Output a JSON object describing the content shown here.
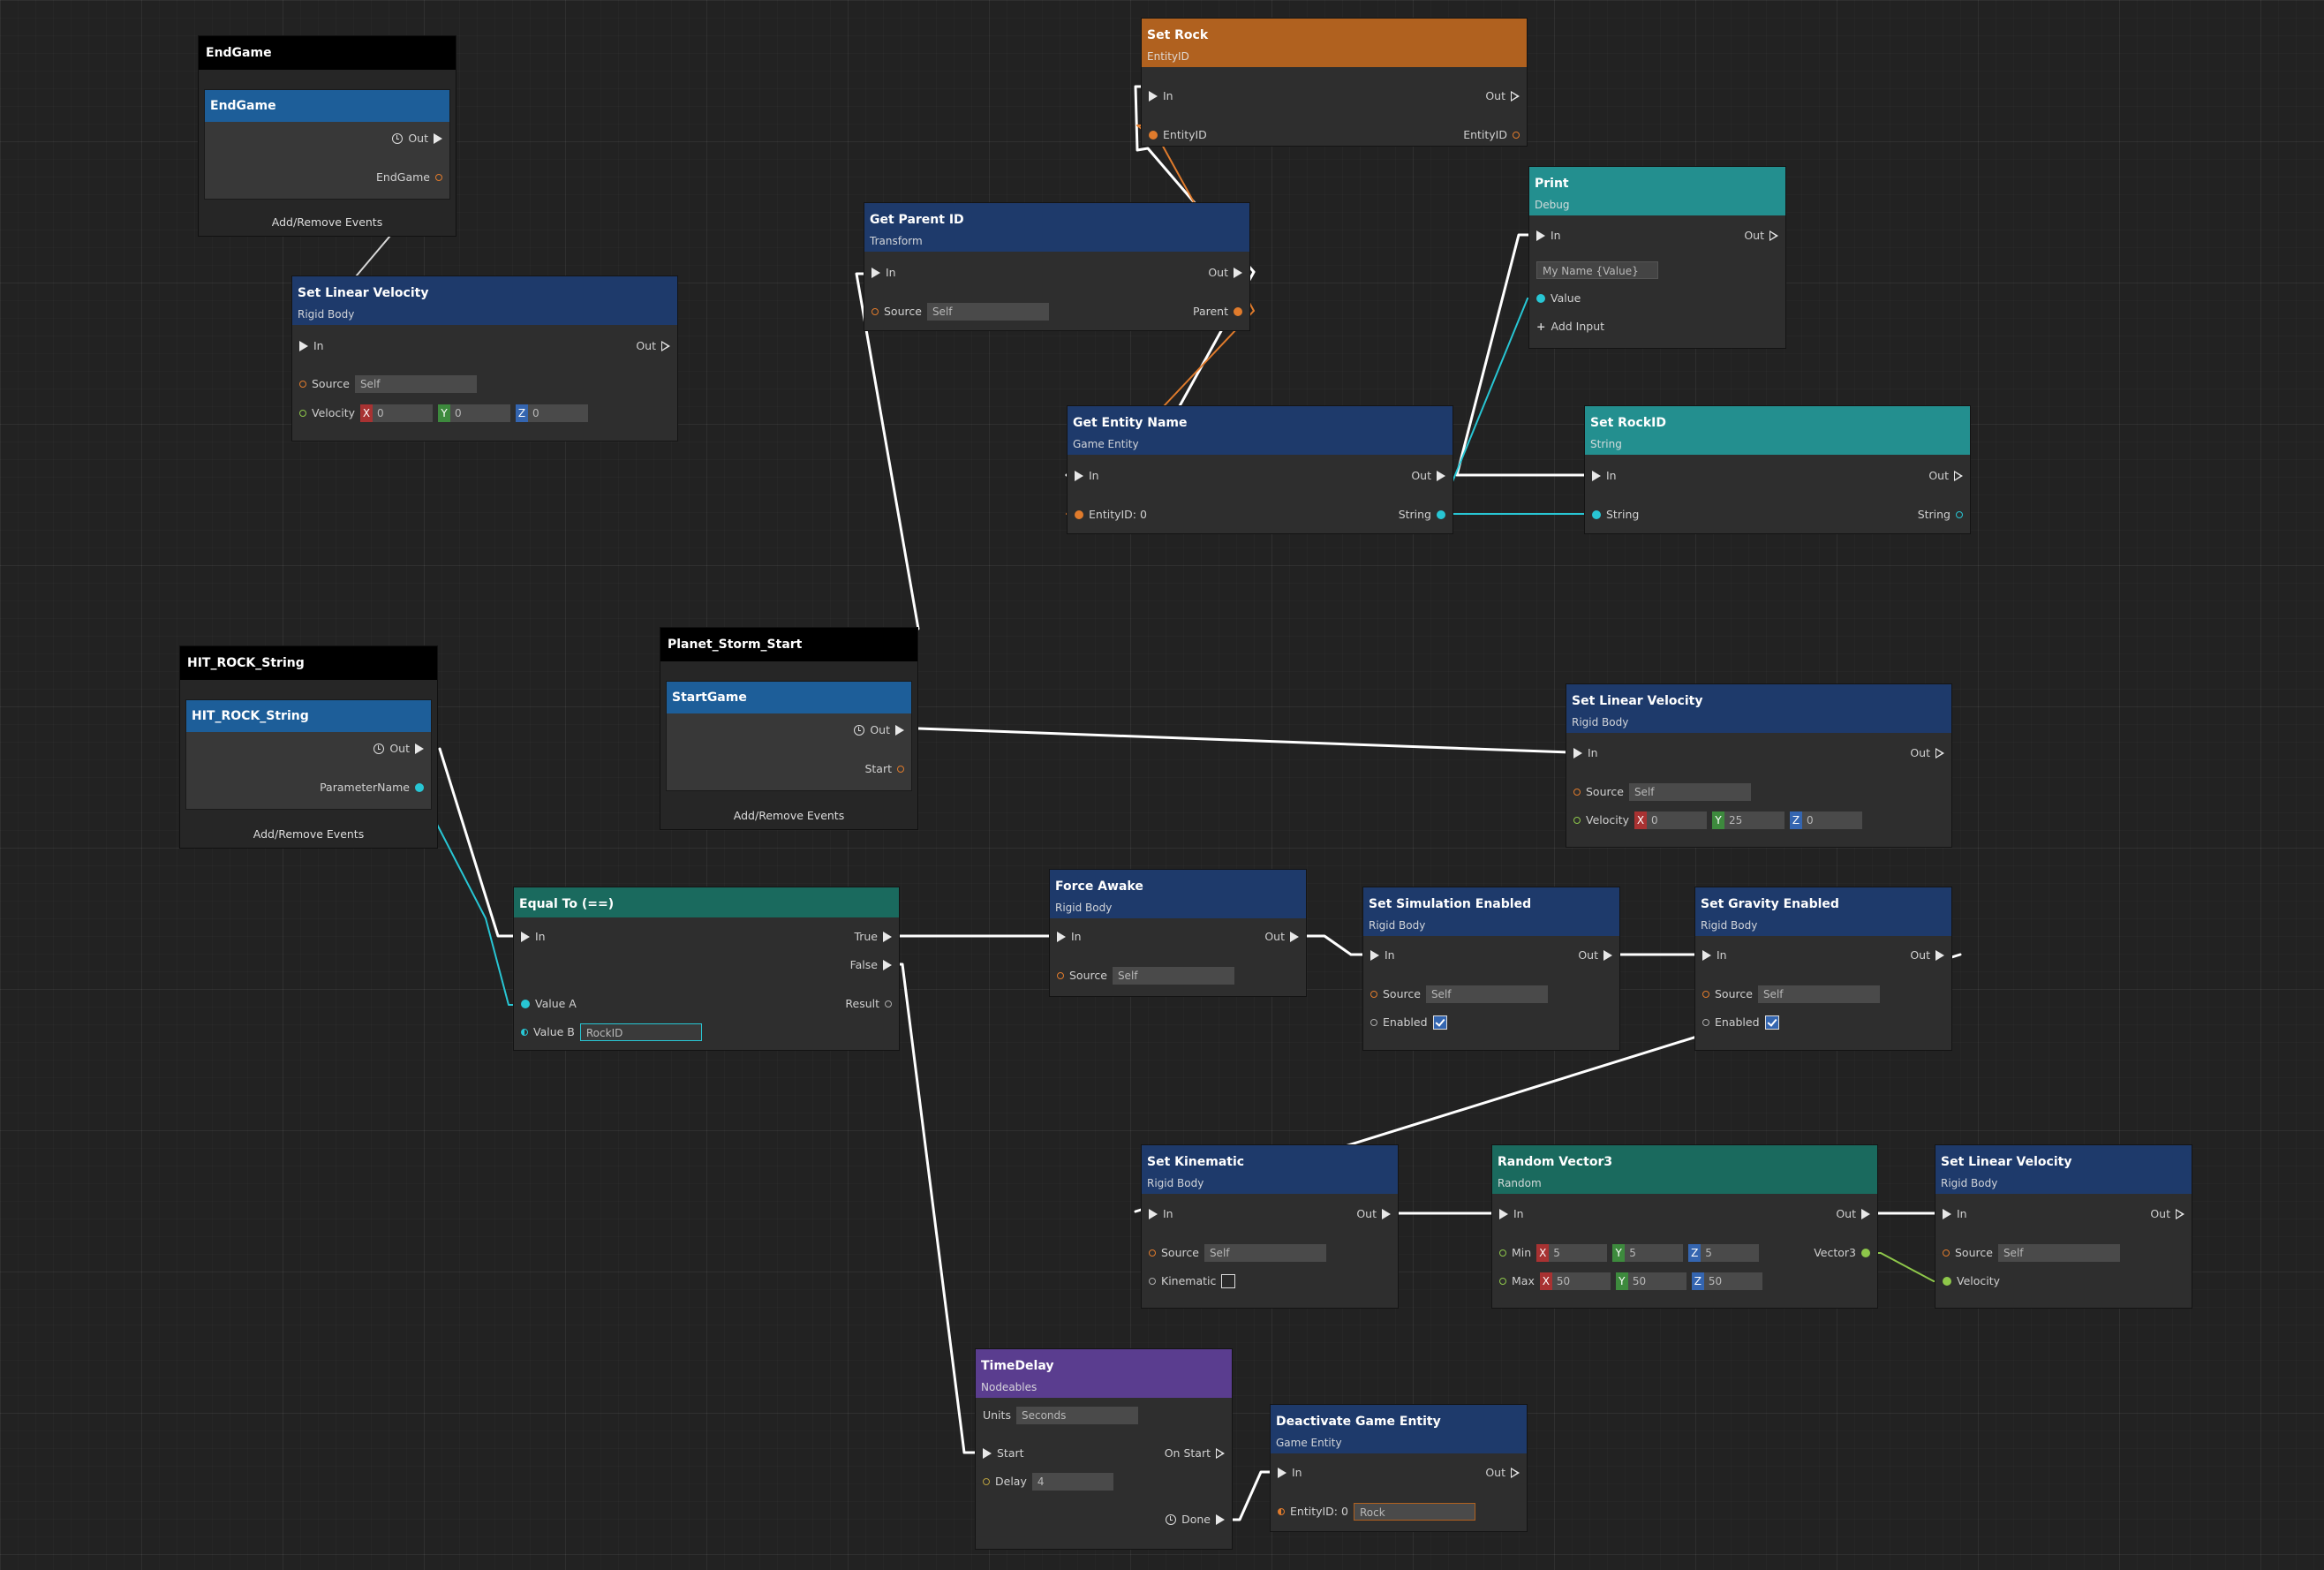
{
  "groups": {
    "endgame": {
      "title": "EndGame",
      "inner": "EndGame",
      "out": "Out",
      "param": "EndGame",
      "footer": "Add/Remove Events"
    },
    "hitrock": {
      "title": "HIT_ROCK_String",
      "inner": "HIT_ROCK_String",
      "out": "Out",
      "param": "ParameterName",
      "footer": "Add/Remove Events"
    },
    "storm": {
      "title": "Planet_Storm_Start",
      "inner": "StartGame",
      "out": "Out",
      "param": "Start",
      "footer": "Add/Remove Events"
    }
  },
  "nodes": {
    "slv1": {
      "title": "Set Linear Velocity",
      "sub": "Rigid Body",
      "in": "In",
      "out": "Out",
      "source_label": "Source",
      "source": "Self",
      "vel_label": "Velocity",
      "x": "0",
      "y": "0",
      "z": "0"
    },
    "setrock": {
      "title": "Set Rock",
      "sub": "EntityID",
      "in": "In",
      "out": "Out",
      "p_in": "EntityID",
      "p_out": "EntityID"
    },
    "getparent": {
      "title": "Get Parent ID",
      "sub": "Transform",
      "in": "In",
      "out": "Out",
      "source_label": "Source",
      "source": "Self",
      "parent": "Parent"
    },
    "print": {
      "title": "Print",
      "sub": "Debug",
      "in": "In",
      "out": "Out",
      "format": "My Name {Value}",
      "value": "Value",
      "add": "Add Input"
    },
    "getname": {
      "title": "Get Entity Name",
      "sub": "Game Entity",
      "in": "In",
      "out": "Out",
      "entity": "EntityID: 0",
      "string": "String"
    },
    "setrockid": {
      "title": "Set RockID",
      "sub": "String",
      "in": "In",
      "out": "Out",
      "p_in": "String",
      "p_out": "String"
    },
    "slv2": {
      "title": "Set Linear Velocity",
      "sub": "Rigid Body",
      "in": "In",
      "out": "Out",
      "source_label": "Source",
      "source": "Self",
      "vel_label": "Velocity",
      "x": "0",
      "y": "25",
      "z": "0"
    },
    "equal": {
      "title": "Equal To (==)",
      "in": "In",
      "true": "True",
      "false": "False",
      "result": "Result",
      "a": "Value A",
      "b": "Value B",
      "b_value": "RockID"
    },
    "forceawake": {
      "title": "Force Awake",
      "sub": "Rigid Body",
      "in": "In",
      "out": "Out",
      "source_label": "Source",
      "source": "Self"
    },
    "simenabled": {
      "title": "Set Simulation Enabled",
      "sub": "Rigid Body",
      "in": "In",
      "out": "Out",
      "source_label": "Source",
      "source": "Self",
      "enabled": "Enabled"
    },
    "gravenabled": {
      "title": "Set Gravity Enabled",
      "sub": "Rigid Body",
      "in": "In",
      "out": "Out",
      "source_label": "Source",
      "source": "Self",
      "enabled": "Enabled"
    },
    "kinematic": {
      "title": "Set Kinematic",
      "sub": "Rigid Body",
      "in": "In",
      "out": "Out",
      "source_label": "Source",
      "source": "Self",
      "kin": "Kinematic"
    },
    "randvec": {
      "title": "Random Vector3",
      "sub": "Random",
      "in": "In",
      "out": "Out",
      "min": "Min",
      "max": "Max",
      "vec3": "Vector3",
      "min_x": "5",
      "min_y": "5",
      "min_z": "5",
      "max_x": "50",
      "max_y": "50",
      "max_z": "50"
    },
    "slv3": {
      "title": "Set Linear Velocity",
      "sub": "Rigid Body",
      "in": "In",
      "out": "Out",
      "source_label": "Source",
      "source": "Self",
      "vel_label": "Velocity"
    },
    "timedelay": {
      "title": "TimeDelay",
      "sub": "Nodeables",
      "units_label": "Units",
      "units": "Seconds",
      "start": "Start",
      "onstart": "On Start",
      "delay_label": "Delay",
      "delay": "4",
      "done": "Done"
    },
    "deactivate": {
      "title": "Deactivate Game Entity",
      "sub": "Game Entity",
      "in": "In",
      "out": "Out",
      "entity": "EntityID: 0",
      "entity_value": "Rock"
    }
  },
  "colors": {
    "canvas": "#222222",
    "exec_wire": "#ffffff",
    "entity_wire": "#e07b2c",
    "string_wire": "#28c6d4",
    "vector_wire": "#8ec74a"
  },
  "icons": [
    "exec-triangle",
    "clock-icon",
    "pin-dot",
    "checkbox-check"
  ]
}
